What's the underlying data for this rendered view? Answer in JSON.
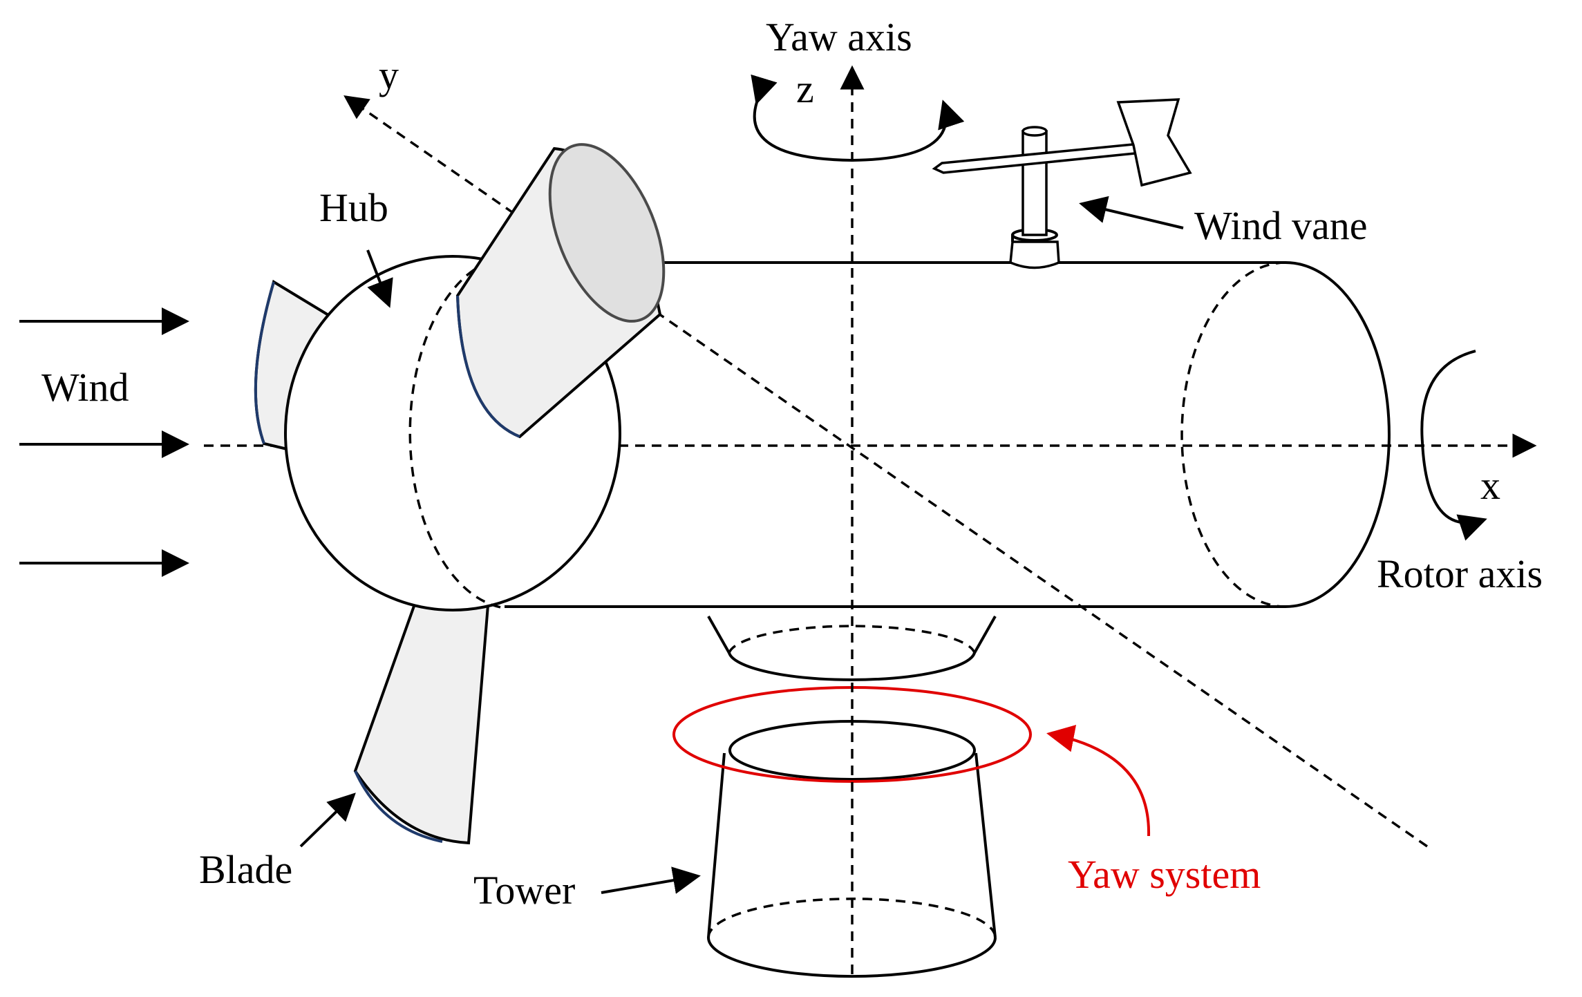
{
  "labels": {
    "yaw_axis": "Yaw axis",
    "z_axis": "z",
    "y_axis": "y",
    "x_axis": "x",
    "hub": "Hub",
    "wind_vane": "Wind vane",
    "wind": "Wind",
    "rotor_axis": "Rotor axis",
    "blade": "Blade",
    "tower": "Tower",
    "yaw_system": "Yaw system"
  },
  "colors": {
    "line": "#000000",
    "blade_fill": "#f0f0f0",
    "blade_edge": "#1f3a6b",
    "yaw_system": "#e00000",
    "upper_blade_fill": "#ececec"
  }
}
